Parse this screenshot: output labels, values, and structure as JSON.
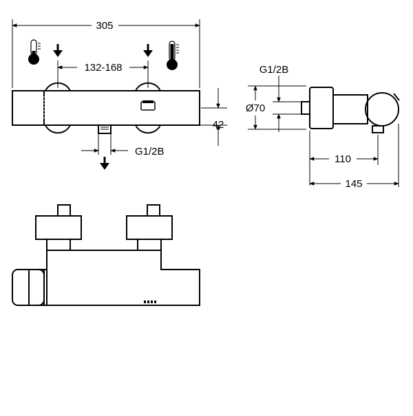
{
  "dimensions": {
    "overall_width": "305",
    "spacing": "132-168",
    "height": "42",
    "outlet_thread": "G1/2B",
    "side_thread": "G1/2B",
    "diameter": "Ø70",
    "depth_inner": "110",
    "depth_total": "145"
  },
  "icons": {
    "cold": "thermometer-cold-icon",
    "hot": "thermometer-hot-icon",
    "arrows": "arrow-down-icon"
  }
}
